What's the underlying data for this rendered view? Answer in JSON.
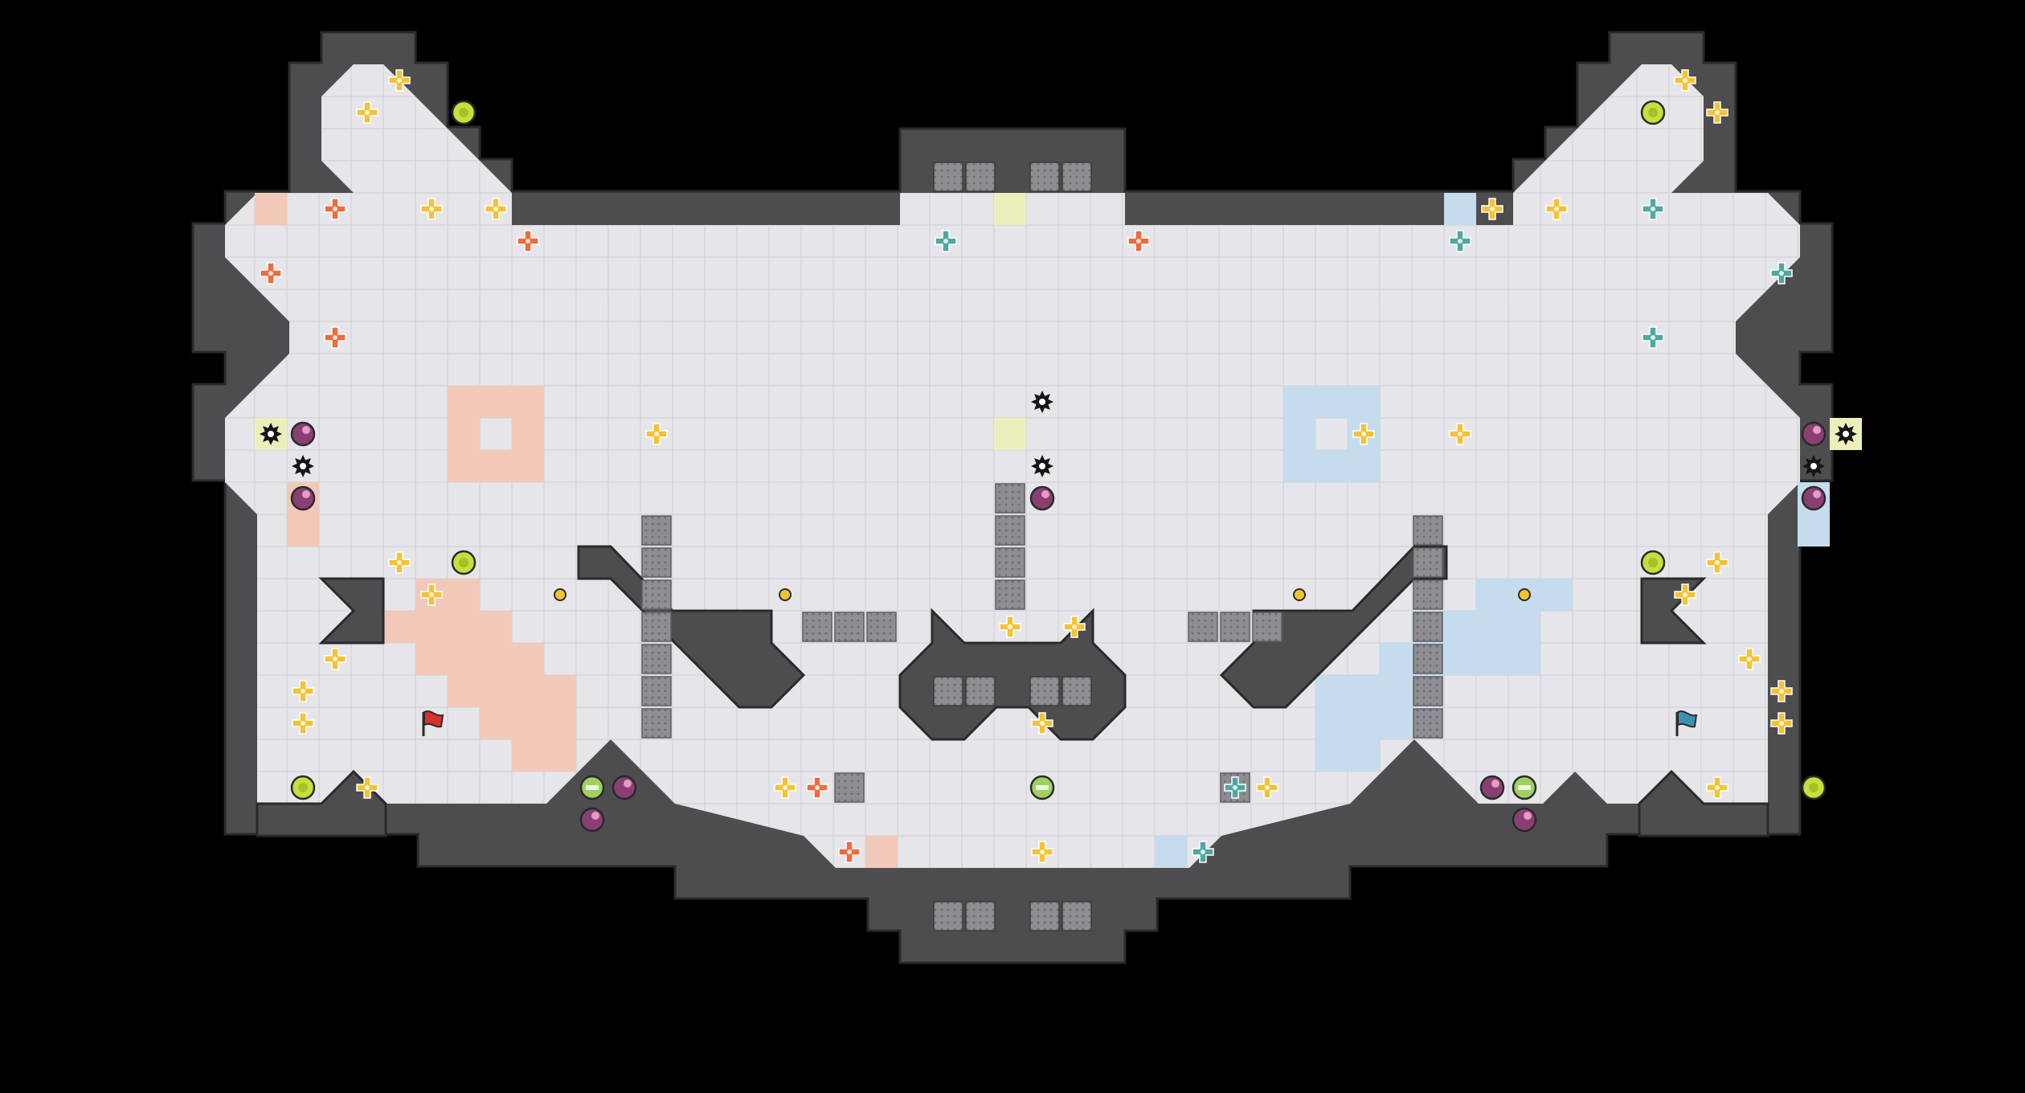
{
  "map": {
    "title": "CTF map",
    "cols": 52,
    "rows": 28,
    "colors": {
      "background": "#000000",
      "wall": "#4d4d50",
      "wall_edge": "#2a2a2c",
      "floor": "#e6e6ea",
      "grid": "#d2d2d8",
      "red_zone": "#f2c9b9",
      "blue_zone": "#c5dcec",
      "yellow_pad": "#eceebc",
      "block": "#8e8e92",
      "boost_yellow": "#f6c233",
      "boost_red": "#ef6a3c",
      "boost_teal": "#4fa8a0",
      "powerup": "#c5e03a",
      "bomb": "#8a3f74",
      "spike": "#151515",
      "flag_red": "#d8322d",
      "flag_blue": "#3c8fb3"
    },
    "teams": [
      {
        "name": "red",
        "flag_icon": "red-flag-icon"
      },
      {
        "name": "blue",
        "flag_icon": "blue-flag-icon"
      }
    ],
    "boosts": [
      {
        "team": "neutral",
        "c": 5,
        "r": 1
      },
      {
        "team": "neutral",
        "c": 4,
        "r": 2
      },
      {
        "team": "red",
        "c": 3,
        "r": 5
      },
      {
        "team": "neutral",
        "c": 6,
        "r": 5
      },
      {
        "team": "neutral",
        "c": 8,
        "r": 5
      },
      {
        "team": "red",
        "c": 9,
        "r": 6
      },
      {
        "team": "red",
        "c": 1,
        "r": 7
      },
      {
        "team": "red",
        "c": 3,
        "r": 9
      },
      {
        "team": "teal",
        "c": 22,
        "r": 6
      },
      {
        "team": "red",
        "c": 28,
        "r": 6
      },
      {
        "team": "neutral",
        "c": 13,
        "r": 12
      },
      {
        "team": "neutral",
        "c": 38,
        "r": 12
      },
      {
        "team": "neutral",
        "c": 5,
        "r": 16
      },
      {
        "team": "neutral",
        "c": 6,
        "r": 17
      },
      {
        "team": "neutral",
        "c": 3,
        "r": 19
      },
      {
        "team": "neutral",
        "c": 2,
        "r": 20
      },
      {
        "team": "neutral",
        "c": 2,
        "r": 21
      },
      {
        "team": "neutral",
        "c": 4,
        "r": 23
      },
      {
        "team": "neutral",
        "c": 24,
        "r": 18
      },
      {
        "team": "neutral",
        "c": 26,
        "r": 18
      },
      {
        "team": "neutral",
        "c": 25,
        "r": 21
      },
      {
        "team": "neutral",
        "c": 17,
        "r": 23
      },
      {
        "team": "red",
        "c": 18,
        "r": 23
      },
      {
        "team": "teal",
        "c": 31,
        "r": 23
      },
      {
        "team": "neutral",
        "c": 32,
        "r": 23
      },
      {
        "team": "red",
        "c": 19,
        "r": 25
      },
      {
        "team": "neutral",
        "c": 25,
        "r": 25
      },
      {
        "team": "teal",
        "c": 30,
        "r": 25
      },
      {
        "team": "neutral",
        "c": 45,
        "r": 1
      },
      {
        "team": "neutral",
        "c": 46,
        "r": 2
      },
      {
        "team": "neutral",
        "c": 39,
        "r": 5
      },
      {
        "team": "neutral",
        "c": 41,
        "r": 5
      },
      {
        "team": "teal",
        "c": 44,
        "r": 5
      },
      {
        "team": "teal",
        "c": 38,
        "r": 6
      },
      {
        "team": "teal",
        "c": 48,
        "r": 7
      },
      {
        "team": "teal",
        "c": 44,
        "r": 9
      },
      {
        "team": "neutral",
        "c": 35,
        "r": 12
      },
      {
        "team": "neutral",
        "c": 46,
        "r": 16
      },
      {
        "team": "neutral",
        "c": 45,
        "r": 17
      },
      {
        "team": "neutral",
        "c": 47,
        "r": 19
      },
      {
        "team": "neutral",
        "c": 48,
        "r": 20
      },
      {
        "team": "neutral",
        "c": 48,
        "r": 21
      },
      {
        "team": "neutral",
        "c": 46,
        "r": 23
      }
    ],
    "powerups": [
      {
        "c": 7,
        "r": 2
      },
      {
        "c": 7,
        "r": 16
      },
      {
        "c": 2,
        "r": 23
      },
      {
        "c": 44,
        "r": 2
      },
      {
        "c": 44,
        "r": 16
      },
      {
        "c": 49,
        "r": 23
      }
    ],
    "gates": [
      {
        "c": 11,
        "r": 23
      },
      {
        "c": 25,
        "r": 23
      },
      {
        "c": 40,
        "r": 23
      }
    ],
    "bombs": [
      {
        "c": 2,
        "r": 12
      },
      {
        "c": 2,
        "r": 14
      },
      {
        "c": 12,
        "r": 23
      },
      {
        "c": 11,
        "r": 24
      },
      {
        "c": 25,
        "r": 14
      },
      {
        "c": 39,
        "r": 23
      },
      {
        "c": 40,
        "r": 24
      },
      {
        "c": 49,
        "r": 12
      },
      {
        "c": 49,
        "r": 14
      }
    ],
    "spikes": [
      {
        "c": 1,
        "r": 12
      },
      {
        "c": 2,
        "r": 13
      },
      {
        "c": 25,
        "r": 11
      },
      {
        "c": 25,
        "r": 13
      },
      {
        "c": 50,
        "r": 12
      },
      {
        "c": 49,
        "r": 13
      }
    ],
    "buttons": [
      {
        "c": 10,
        "r": 17
      },
      {
        "c": 17,
        "r": 17
      },
      {
        "c": 33,
        "r": 17
      },
      {
        "c": 40,
        "r": 17
      }
    ],
    "flags": [
      {
        "team": "red",
        "c": 6,
        "r": 21
      },
      {
        "team": "blue",
        "c": 45,
        "r": 21
      }
    ]
  }
}
